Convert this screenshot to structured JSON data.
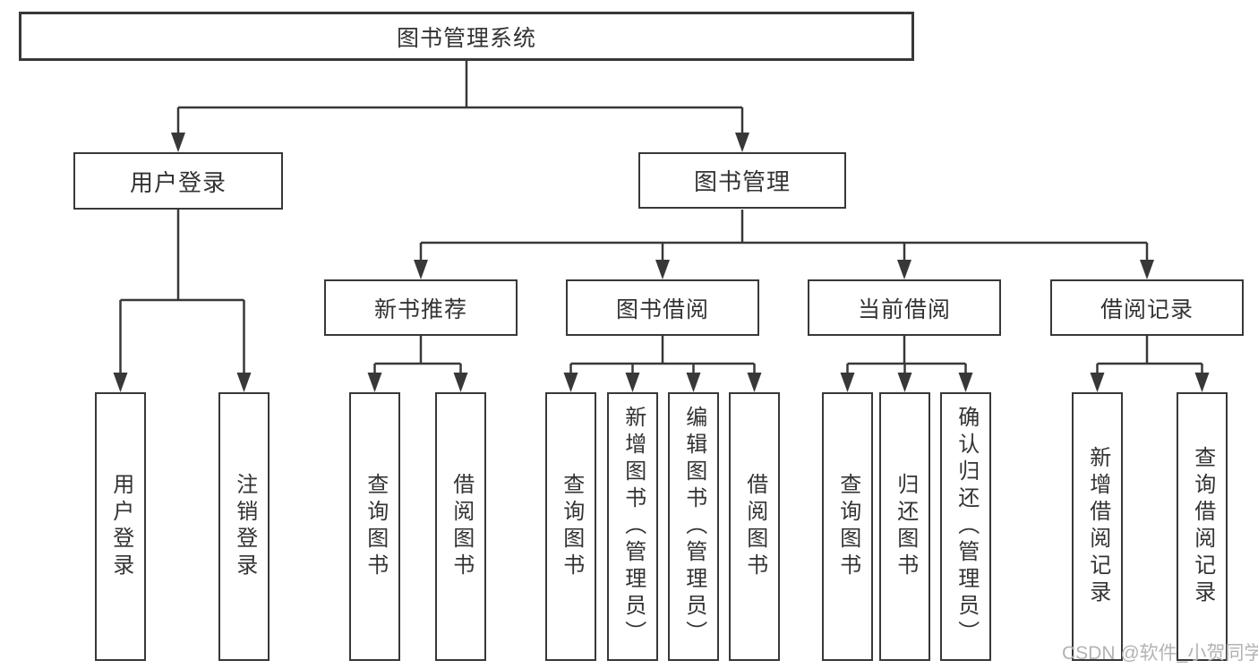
{
  "tree": {
    "label": "图书管理系统",
    "children": [
      {
        "label": "用户登录",
        "children": [
          {
            "label": "用户登录"
          },
          {
            "label": "注销登录"
          }
        ]
      },
      {
        "label": "图书管理",
        "children": [
          {
            "label": "新书推荐",
            "children": [
              {
                "label": "查询图书"
              },
              {
                "label": "借阅图书"
              }
            ]
          },
          {
            "label": "图书借阅",
            "children": [
              {
                "label": "查询图书"
              },
              {
                "label": "新增图书（管理员）"
              },
              {
                "label": "编辑图书（管理员）"
              },
              {
                "label": "借阅图书"
              }
            ]
          },
          {
            "label": "当前借阅",
            "children": [
              {
                "label": "查询图书"
              },
              {
                "label": "归还图书"
              },
              {
                "label": "确认归还（管理员）"
              }
            ]
          },
          {
            "label": "借阅记录",
            "children": [
              {
                "label": "新增借阅记录"
              },
              {
                "label": "查询借阅记录"
              }
            ]
          }
        ]
      }
    ]
  },
  "watermark": "CSDN @软件_小贺同学",
  "colors": {
    "line": "#383838",
    "text": "#333333",
    "background": "#ffffff",
    "watermark": "#b3b3b3"
  }
}
